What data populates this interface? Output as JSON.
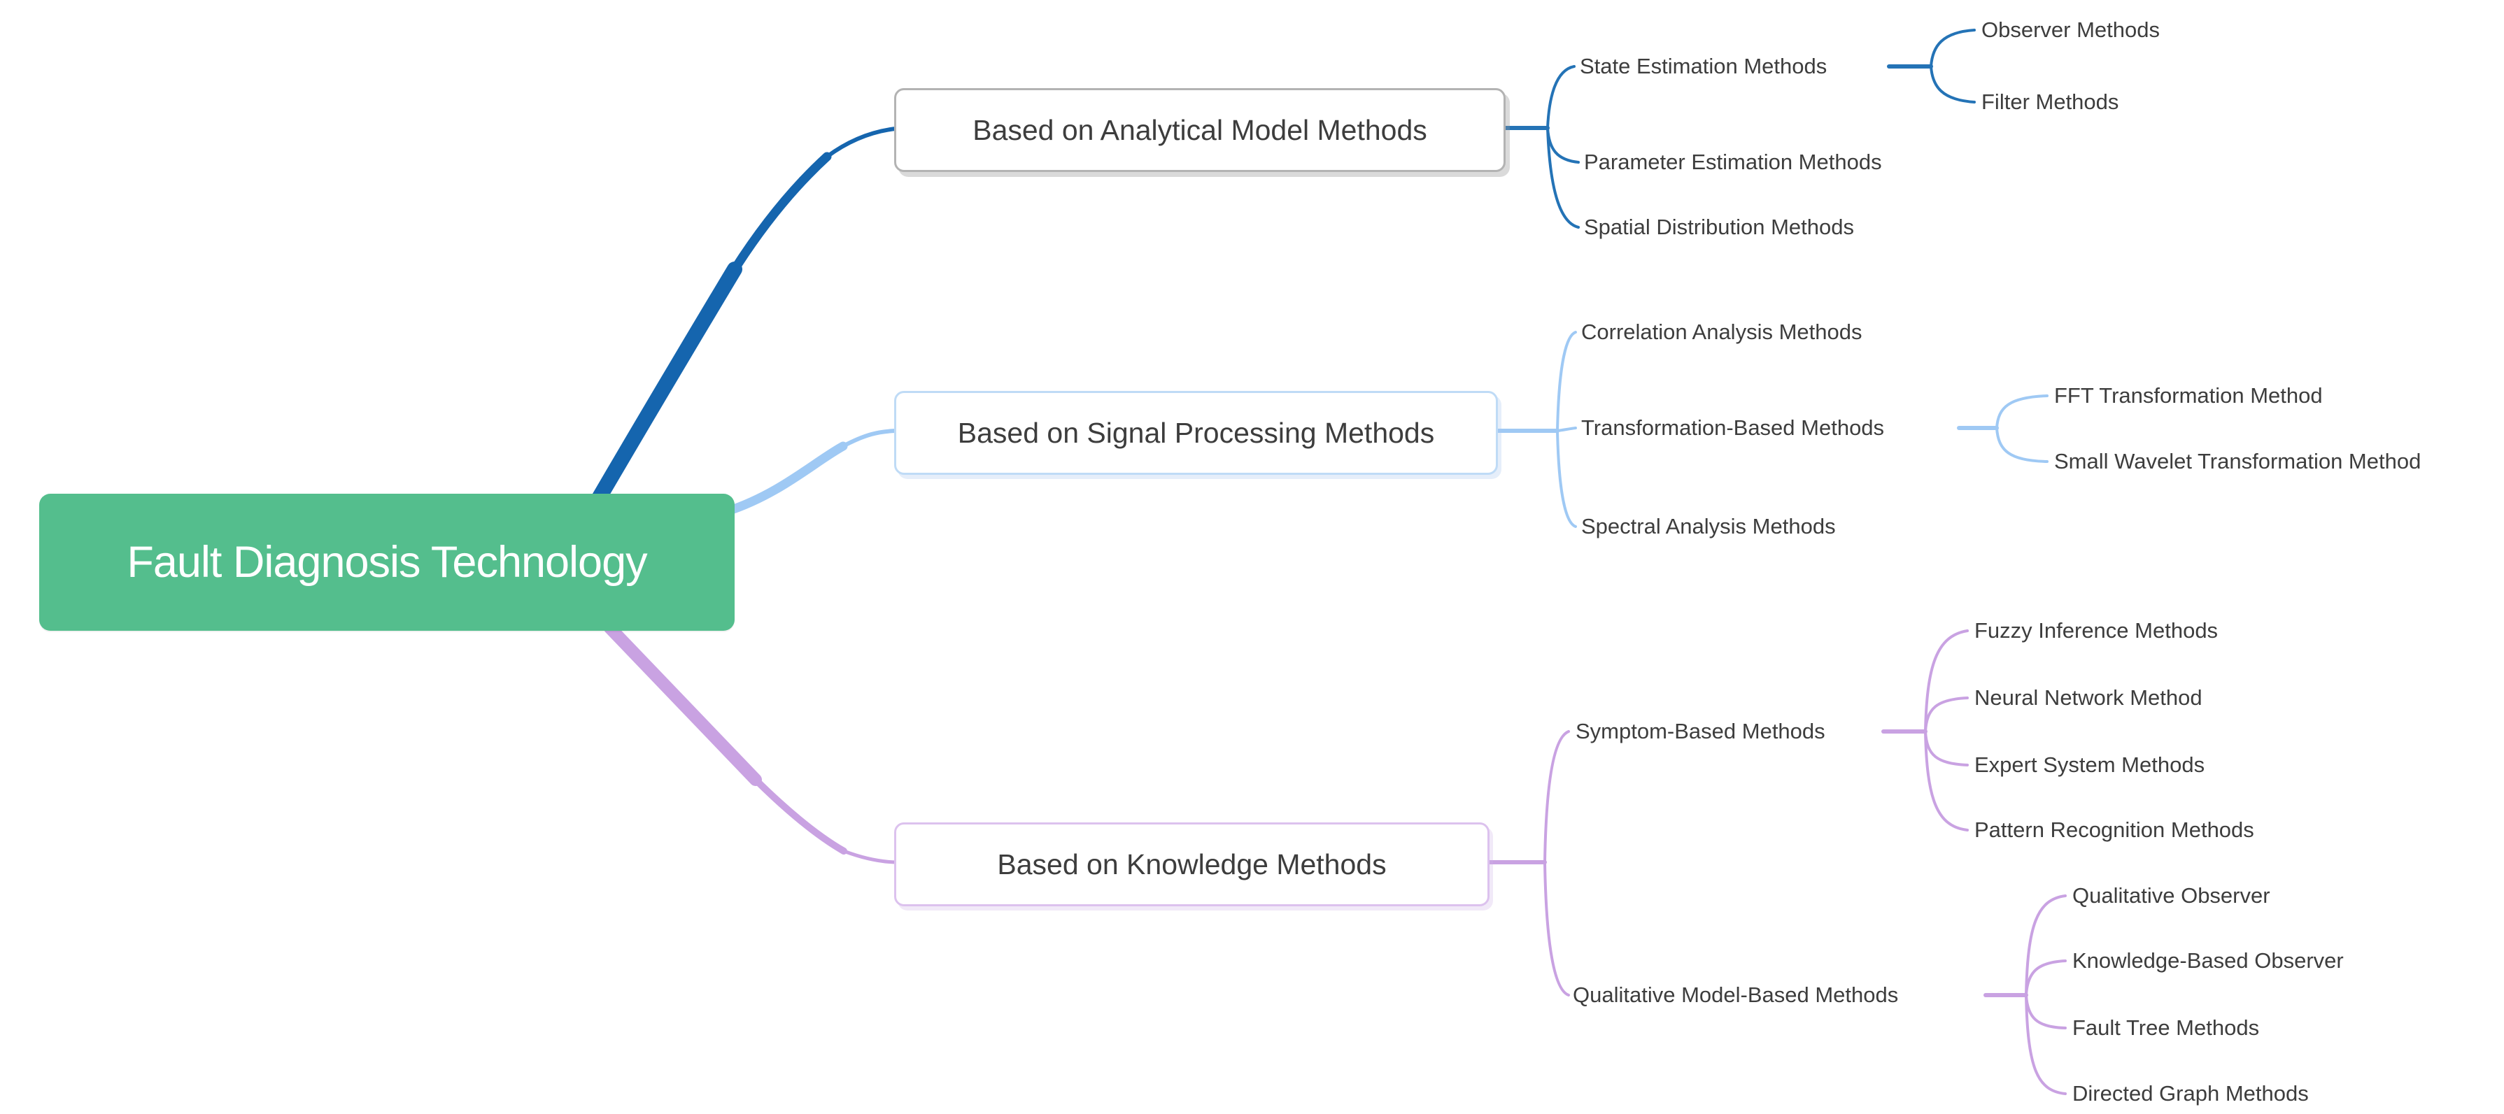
{
  "mindmap": {
    "root": {
      "label": "Fault Diagnosis Technology"
    },
    "branches": [
      {
        "label": "Based on Analytical Model Methods",
        "children": [
          {
            "label": "State Estimation Methods",
            "children": [
              {
                "label": "Observer Methods"
              },
              {
                "label": "Filter Methods"
              }
            ]
          },
          {
            "label": "Parameter Estimation Methods",
            "children": []
          },
          {
            "label": "Spatial Distribution Methods",
            "children": []
          }
        ]
      },
      {
        "label": "Based on Signal Processing Methods",
        "children": [
          {
            "label": "Correlation Analysis Methods",
            "children": []
          },
          {
            "label": "Transformation-Based Methods",
            "children": [
              {
                "label": "FFT Transformation Method"
              },
              {
                "label": "Small Wavelet Transformation Method"
              }
            ]
          },
          {
            "label": "Spectral Analysis Methods",
            "children": []
          }
        ]
      },
      {
        "label": "Based on Knowledge Methods",
        "children": [
          {
            "label": "Symptom-Based Methods",
            "children": [
              {
                "label": "Fuzzy Inference Methods"
              },
              {
                "label": "Neural Network Method"
              },
              {
                "label": "Expert System Methods"
              },
              {
                "label": "Pattern Recognition Methods"
              }
            ]
          },
          {
            "label": "Qualitative Model-Based Methods",
            "children": [
              {
                "label": "Qualitative Observer"
              },
              {
                "label": "Knowledge-Based Observer"
              },
              {
                "label": "Fault Tree Methods"
              },
              {
                "label": "Directed Graph Methods"
              }
            ]
          }
        ]
      }
    ]
  },
  "colors": {
    "root-bg": "#54BE8D",
    "root-text": "#FFFFFF",
    "text": "#3D3D3D",
    "b1-line": "#1565AE",
    "b1-sub": "#2473B6",
    "b1-border": "#B3B3B3",
    "b2-line": "#9FC9F4",
    "b2-border": "#BFDBF6",
    "b3-line": "#C9A2E2",
    "b3-border": "#DCC2EE"
  }
}
